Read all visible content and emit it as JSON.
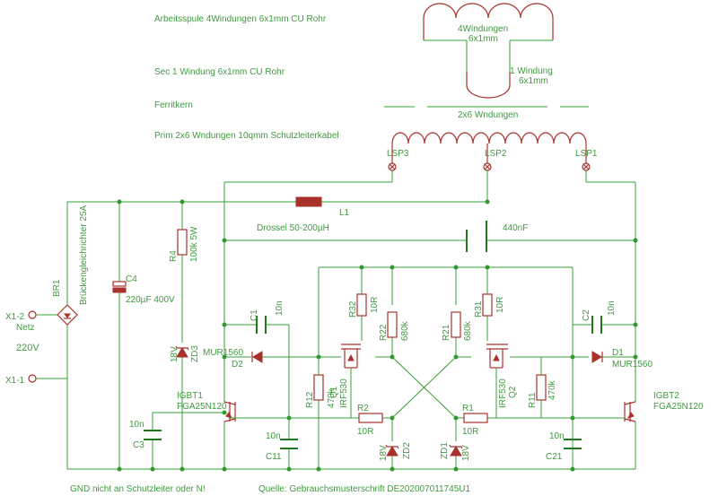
{
  "notes": {
    "work_coil": "Arbeitsspule 4Windungen 6x1mm CU Rohr",
    "secondary": "Sec 1 Windung 6x1mm CU Rohr",
    "core": "Ferritkern",
    "primary": "Prim 2x6 Wndungen 10qmm Schutzleiterkabel"
  },
  "coil_labels": {
    "work_a": "4Windungen",
    "work_b": "6x1mm",
    "sec_a": "1 Windung",
    "sec_b": "6x1mm",
    "prim": "2x6 Wndungen"
  },
  "taps": {
    "lsp1": "LSP1",
    "lsp2": "LSP2",
    "lsp3": "LSP3"
  },
  "inductor": {
    "name": "L1",
    "desc": "Drossel 50-200µH"
  },
  "resonant_cap": "440nF",
  "bridge": {
    "name": "BR1",
    "desc": "Brückengleichrichter 25A"
  },
  "mains": {
    "x12": "X1-2",
    "x11": "X1-1",
    "netz": "Netz",
    "voltage": "220V"
  },
  "components": {
    "c4": "C4",
    "c4v": "220µF 400V",
    "r4": "R4",
    "r4v": "100k 5W",
    "c1": "C1",
    "c1v": "10n",
    "c2": "C2",
    "c2v": "10n",
    "c3": "C3",
    "c3v": "10n",
    "c11": "C11",
    "c11v": "10n",
    "c21": "C21",
    "c21v": "10n",
    "zd3": "ZD3",
    "zd3v": "18V",
    "zd2": "ZD2",
    "zd2v": "18V",
    "zd1": "ZD1",
    "zd1v": "18V",
    "d1": "D1",
    "d1v": "MUR1560",
    "d2": "D2",
    "d2v": "MUR1560",
    "igbt1": "IGBT1",
    "igbt1v": "FGA25N120",
    "igbt2": "IGBT2",
    "igbt2v": "FGA25N120",
    "q1": "Q1",
    "q1v": "IRF530",
    "q2": "Q2",
    "q2v": "IRF530",
    "r32": "R32",
    "r32v": "10R",
    "r31": "R31",
    "r31v": "10R",
    "r22": "R22",
    "r22v": "680k",
    "r21": "R21",
    "r21v": "680k",
    "r12": "R12",
    "r12v": "470k",
    "r11": "R11",
    "r11v": "470k",
    "r2": "R2",
    "r2v": "10R",
    "r1": "R1",
    "r1v": "10R"
  },
  "footer": {
    "gnd": "GND nicht an Schutzleiter oder N!",
    "source": "Quelle: Gebrauchsmusterschrift DE202007011745U1"
  }
}
